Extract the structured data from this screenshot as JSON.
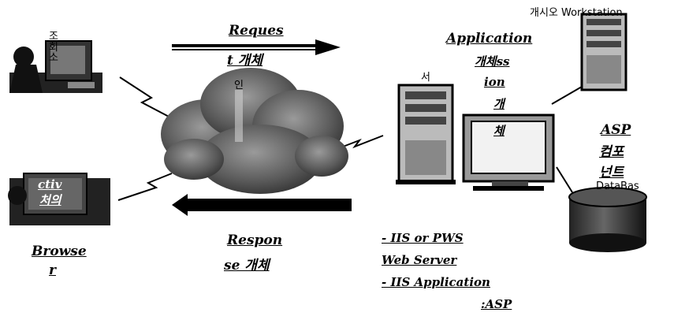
{
  "client_top": {
    "label": "조\n회\n소"
  },
  "client_bottom": {
    "label_lines": [
      "ctiv",
      "처의"
    ],
    "browser_lines": [
      "Browse",
      "r"
    ]
  },
  "arrows": {
    "request_lines": [
      "Reques",
      "t 개체"
    ],
    "response_lines": [
      "Respon",
      "se 개체"
    ]
  },
  "internet": {
    "label": "인"
  },
  "server": {
    "label": "서",
    "app_lines": [
      "Application",
      "개체ss",
      "ion",
      "개",
      "체"
    ],
    "iis_lines": [
      "- IIS or PWS",
      "Web Server",
      "- IIS Application",
      ":ASP"
    ]
  },
  "workstation": {
    "label": "개시오 Workstation"
  },
  "asp": {
    "lines": [
      "ASP",
      "컴포",
      "넌트"
    ]
  },
  "database": {
    "label": "DataBas"
  },
  "colors": {
    "ink": "#000000",
    "cloud": "#555555",
    "screen": "#f2f2f2"
  }
}
